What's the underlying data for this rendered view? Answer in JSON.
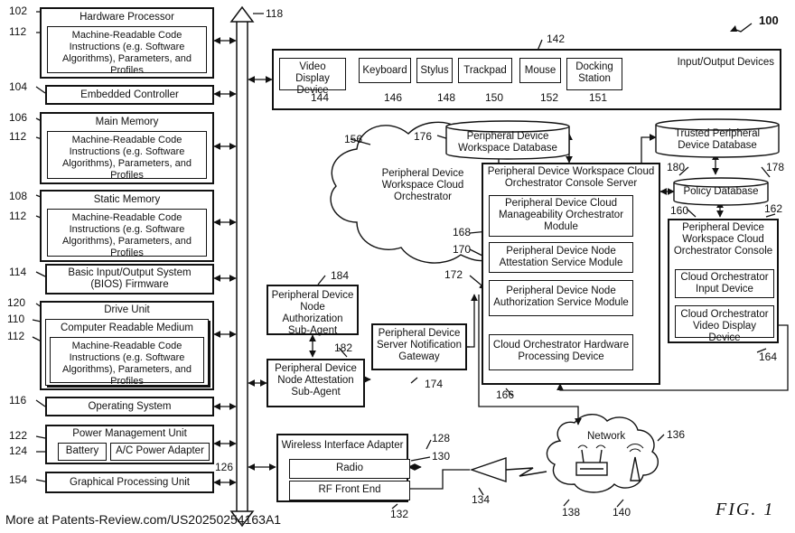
{
  "figure": {
    "number": "100",
    "caption": "FIG. 1",
    "watermark": "More at Patents-Review.com/US20250254163A1"
  },
  "refs": {
    "r102": "102",
    "r112a": "112",
    "r104": "104",
    "r106": "106",
    "r112b": "112",
    "r108": "108",
    "r112c": "112",
    "r114": "114",
    "r120": "120",
    "r110": "110",
    "r112d": "112",
    "r116": "116",
    "r122": "122",
    "r124": "124",
    "r154": "154",
    "r126": "126",
    "r118": "118",
    "r142": "142",
    "r144": "144",
    "r146": "146",
    "r148": "148",
    "r150": "150",
    "r152": "152",
    "r151": "151",
    "r156": "156",
    "r176": "176",
    "r178": "178",
    "r180": "180",
    "r160": "160",
    "r162": "162",
    "r168": "168",
    "r170": "170",
    "r172": "172",
    "r166": "166",
    "r164": "164",
    "r184": "184",
    "r182": "182",
    "r174": "174",
    "r128": "128",
    "r130": "130",
    "r132": "132",
    "r134": "134",
    "r136": "136",
    "r138": "138",
    "r140": "140"
  },
  "left": {
    "hw_title": "Hardware Processor",
    "hw_code": "Machine-Readable Code Instructions (e.g. Software Algorithms), Parameters, and Profiles",
    "embedded": "Embedded Controller",
    "mm_title": "Main Memory",
    "mm_code": "Machine-Readable Code Instructions (e.g. Software Algorithms), Parameters, and Profiles",
    "sm_title": "Static Memory",
    "sm_code": "Machine-Readable Code Instructions (e.g. Software Algorithms), Parameters, and Profiles",
    "bios": "Basic Input/Output System (BIOS) Firmware",
    "drive_title": "Drive Unit",
    "crm_title": "Computer Readable Medium",
    "crm_code": "Machine-Readable Code Instructions (e.g. Software Algorithms), Parameters, and Profiles",
    "os": "Operating System",
    "pmu": "Power Management Unit",
    "battery": "Battery",
    "ac": "A/C Power Adapter",
    "gpu": "Graphical Processing Unit"
  },
  "io": {
    "title": "Input/Output Devices",
    "video": "Video Display Device",
    "keyboard": "Keyboard",
    "stylus": "Stylus",
    "trackpad": "Trackpad",
    "mouse": "Mouse",
    "docking": "Docking Station"
  },
  "cloud": {
    "name": "Peripheral Device Workspace Cloud Orchestrator",
    "workspace_db": "Peripheral Device Workspace Database",
    "trusted_db": "Trusted Peripheral Device Database",
    "policy_db": "Policy Database",
    "server_title": "Peripheral Device Workspace Cloud Orchestrator Console Server",
    "manageability": "Peripheral Device Cloud Manageability Orchestrator Module",
    "attestation_svc": "Peripheral Device Node Attestation Service Module",
    "authorization_svc": "Peripheral Device Node Authorization Service Module",
    "hw_proc": "Cloud Orchestrator Hardware Processing Device",
    "console_title": "Peripheral Device Workspace Cloud Orchestrator Console",
    "input_dev": "Cloud Orchestrator Input Device",
    "video_dev": "Cloud Orchestrator Video Display Device"
  },
  "agents": {
    "authorization": "Peripheral Device Node Authorization Sub-Agent",
    "attestation": "Peripheral Device Node Attestation Sub-Agent",
    "gateway": "Peripheral Device Server Notification Gateway"
  },
  "wireless": {
    "title": "Wireless Interface Adapter",
    "radio": "Radio",
    "rf": "RF Front End",
    "network": "Network"
  }
}
